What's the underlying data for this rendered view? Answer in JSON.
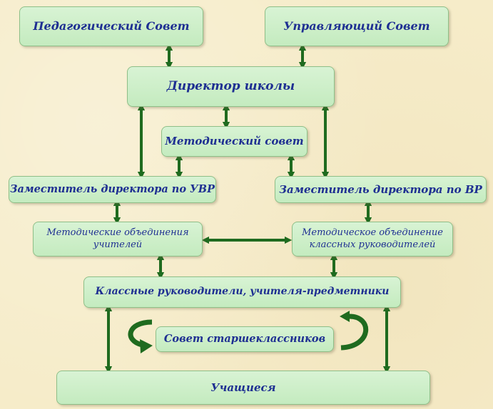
{
  "nodes": {
    "ped_council": "Педагогический Совет",
    "governing_council": "Управляющий Совет",
    "director": "Директор школы",
    "method_council": "Методический совет",
    "deputy_uvr": "Заместитель директора по УВР",
    "deputy_vr": "Заместитель директора по ВР",
    "teachers_mo": "Методические объединения\nучителей",
    "class_leaders_mo": "Методическое объединение\nклассных руководителей",
    "class_leaders_teachers": "Классные руководители, учителя-предметники",
    "senior_council": "Совет старшеклассников",
    "students": "Учащиеся"
  },
  "colors": {
    "background": "#f6ecc9",
    "box_fill": "#d1f0cc",
    "text": "#1e2f92",
    "arrow": "#1f6b1f"
  }
}
